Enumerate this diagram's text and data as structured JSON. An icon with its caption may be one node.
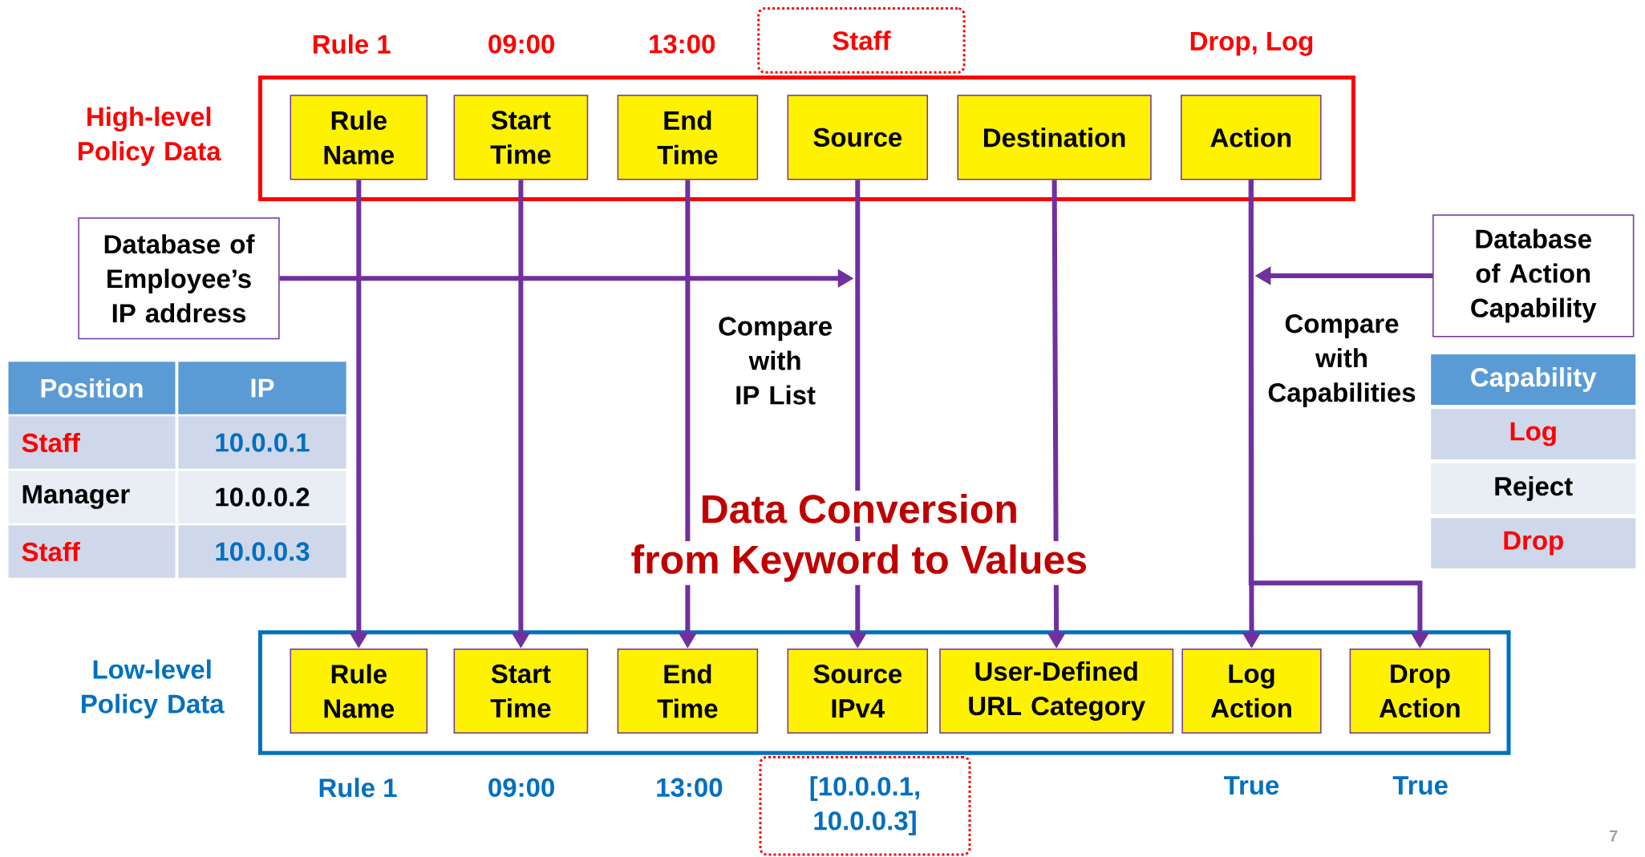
{
  "diagram": {
    "nodes": [
      {
        "text": [
          "Staff"
        ]
      },
      {
        "text": [
          "High-level Policy Data"
        ]
      },
      {
        "text": [
          "Rule Name"
        ],
        "in": 1
      },
      {
        "text": [
          "Start Time"
        ],
        "in": 1
      },
      {
        "text": [
          "End Time"
        ],
        "in": 1
      },
      {
        "text": [
          "Source"
        ],
        "in": 1
      },
      {
        "text": [
          "Destination"
        ],
        "in": 1
      },
      {
        "text": [
          "Action"
        ],
        "in": 1
      },
      {
        "text": [
          "Database of Employee’s IP address"
        ]
      },
      {
        "text": [
          "Database of Action Capability"
        ]
      },
      {
        "text": [
          "Low-level Policy Data"
        ]
      },
      {
        "text": [
          "Rule Name"
        ],
        "in": 10
      },
      {
        "text": [
          "Start Time"
        ],
        "in": 10
      },
      {
        "text": [
          "End Time"
        ],
        "in": 10
      },
      {
        "text": [
          "Source IPv4"
        ],
        "in": 10
      },
      {
        "text": [
          "User-Defined URL Category"
        ],
        "in": 10
      },
      {
        "text": [
          "Log Action"
        ],
        "in": 10
      },
      {
        "text": [
          "Drop Action"
        ],
        "in": 10
      },
      {
        "text": [
          "[10.0.0.1, 10.0.0.3]"
        ]
      }
    ],
    "edges": [
      {
        "from": 2,
        "to": 11,
        "arrow": "to"
      },
      {
        "from": 3,
        "to": 12,
        "arrow": "to"
      },
      {
        "from": 4,
        "to": 13,
        "arrow": "to"
      },
      {
        "from": 5,
        "to": 14,
        "arrow": "to"
      },
      {
        "from": 6,
        "to": 15,
        "arrow": "to"
      },
      {
        "from": 7,
        "to": 16,
        "arrow": "to"
      },
      {
        "from": 7,
        "to": 17,
        "arrow": "to"
      },
      {
        "from": 8,
        "to": null,
        "arrow": "to"
      },
      {
        "from": 9,
        "to": null,
        "arrow": "to"
      }
    ],
    "labels": [
      "Rule 1",
      "09:00",
      "13:00",
      "Drop, Log",
      "Compare with IP List",
      "Compare with Capabilities",
      "Position",
      "IP",
      "Staff",
      "10.0.0.1",
      "Manager",
      "10.0.0.2",
      "Staff",
      "10.0.0.3",
      "Capability",
      "Log",
      "Reject",
      "Drop",
      "Data Conversion",
      "from Keyword to Values",
      "Rule 1",
      "09:00",
      "13:00",
      "True",
      "True",
      "7"
    ]
  }
}
